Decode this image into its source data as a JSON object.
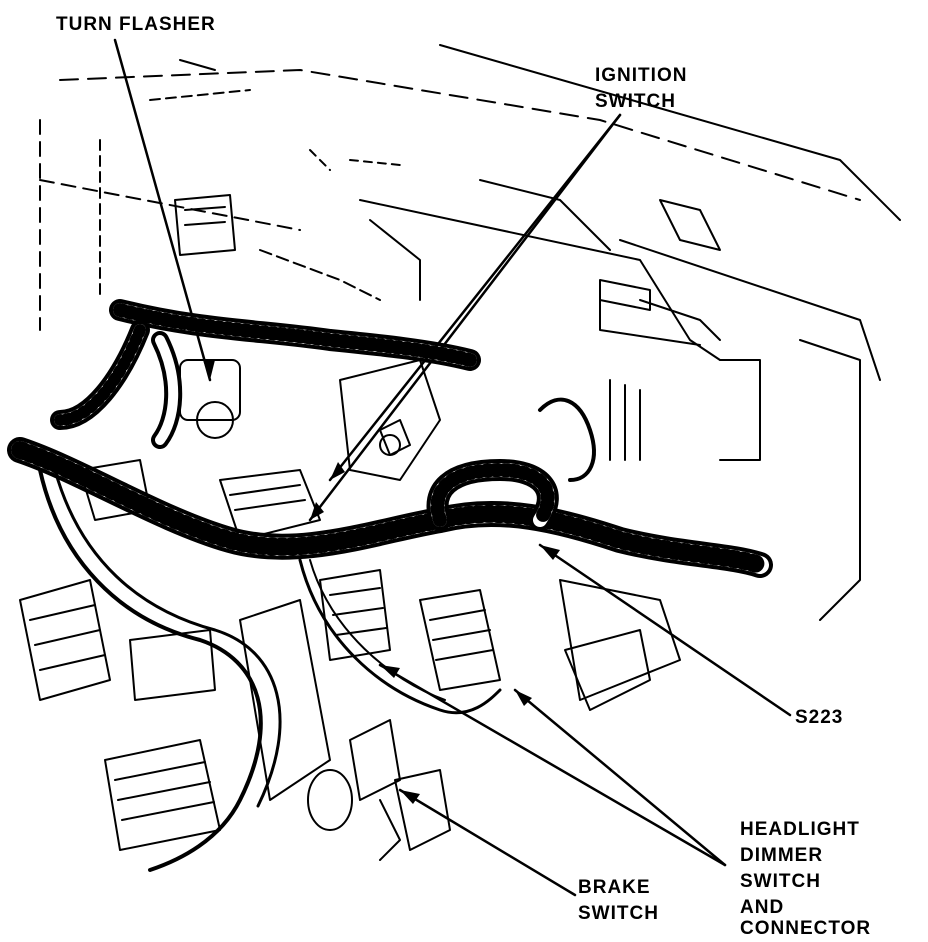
{
  "callouts": {
    "turn_flasher": "TURN FLASHER",
    "ignition_switch_line1": "IGNITION",
    "ignition_switch_line2": "SWITCH",
    "s223": "S223",
    "headlight_line1": "HEADLIGHT",
    "headlight_line2": "DIMMER",
    "headlight_line3": "SWITCH",
    "headlight_line4": "AND",
    "headlight_line5": "CONNECTOR",
    "brake_line1": "BRAKE",
    "brake_line2": "SWITCH"
  },
  "colors": {
    "ink": "#000000",
    "paper": "#ffffff"
  }
}
